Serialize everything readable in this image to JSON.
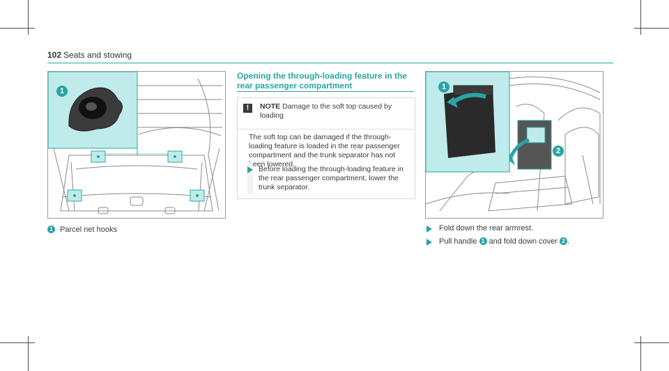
{
  "header": {
    "page_number": "102",
    "section": "Seats and stowing"
  },
  "figure_left": {
    "callouts": [
      "1"
    ],
    "caption_num": "1",
    "caption_text": "Parcel net hooks"
  },
  "section": {
    "title": "Opening the through-loading feature in the rear passenger compartment"
  },
  "note": {
    "warn_symbol": "!",
    "label": "NOTE",
    "head_text": "Damage to the soft top caused by loading",
    "body": "The soft top can be damaged if the through-loading feature is loaded in the rear passenger compartment and the trunk separator has not been lowered.",
    "step": "Before loading the through-loading feature in the rear passenger compartment, lower the trunk separator."
  },
  "figure_right": {
    "callouts": [
      "1",
      "2"
    ]
  },
  "steps": [
    {
      "text": "Fold down the rear armrest."
    },
    {
      "pre": "Pull handle",
      "num1": "1",
      "mid": "and fold down cover",
      "num2": "2",
      "post": "."
    }
  ],
  "colors": {
    "accent": "#2aa4a4",
    "highlight": "#bfeceb"
  }
}
